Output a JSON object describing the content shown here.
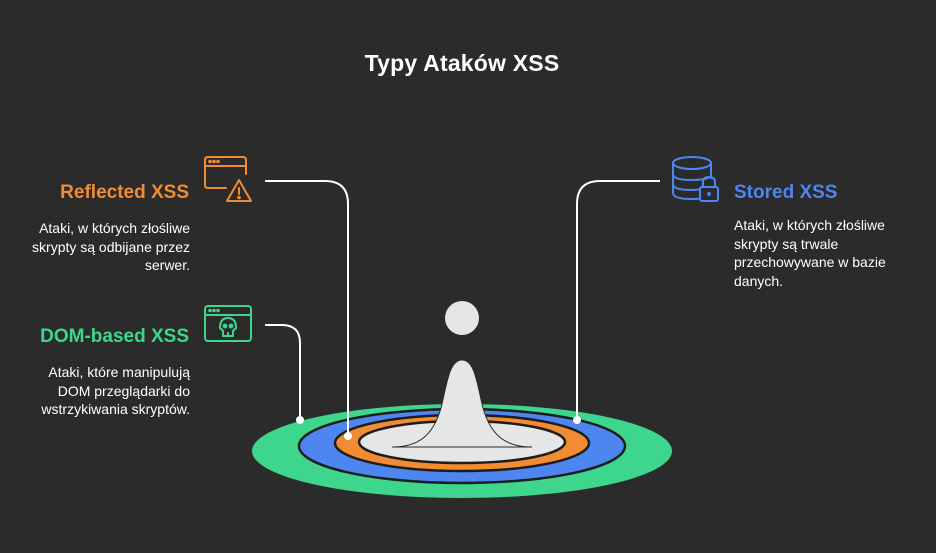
{
  "title": "Typy Ataków XSS",
  "colors": {
    "background": "#2b2b2b",
    "reflected": "#f28c33",
    "stored": "#4d86f0",
    "dom": "#3dd68c",
    "inner": "#e6e6e6",
    "text": "#ffffff"
  },
  "items": [
    {
      "heading": "Reflected XSS",
      "description": "Ataki, w których złośliwe skrypty są odbijane przez serwer.",
      "icon": "browser-warning-icon"
    },
    {
      "heading": "DOM-based XSS",
      "description": "Ataki, które manipulują DOM przeglądarki do wstrzykiwania skryptów.",
      "icon": "browser-skull-icon"
    },
    {
      "heading": "Stored XSS",
      "description": "Ataki, w których złośliwe skrypty są trwale przechowywane w bazie danych.",
      "icon": "database-lock-icon"
    }
  ]
}
